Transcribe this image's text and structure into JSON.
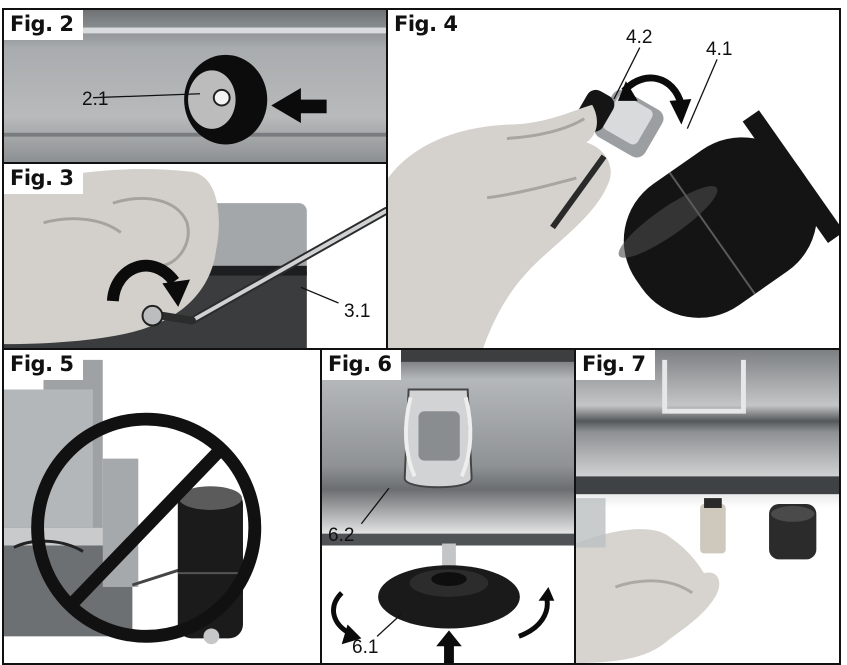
{
  "figures": {
    "fig2": {
      "label": "Fig. 2",
      "callouts": {
        "c21": "2.1"
      }
    },
    "fig3": {
      "label": "Fig. 3",
      "callouts": {
        "c31": "3.1"
      }
    },
    "fig4": {
      "label": "Fig. 4",
      "callouts": {
        "c42": "4.2",
        "c41": "4.1"
      }
    },
    "fig5": {
      "label": "Fig. 5"
    },
    "fig6": {
      "label": "Fig. 6",
      "callouts": {
        "c62": "6.2",
        "c61": "6.1"
      }
    },
    "fig7": {
      "label": "Fig. 7"
    }
  },
  "colors": {
    "border": "#111111",
    "metal_light": "#c9cbcc",
    "metal_dark": "#6e7173",
    "stove_body": "#8a8d8f",
    "skin": "#d9d6d2",
    "prohibition": "#111111",
    "cartridge": "#1a1a1a"
  }
}
